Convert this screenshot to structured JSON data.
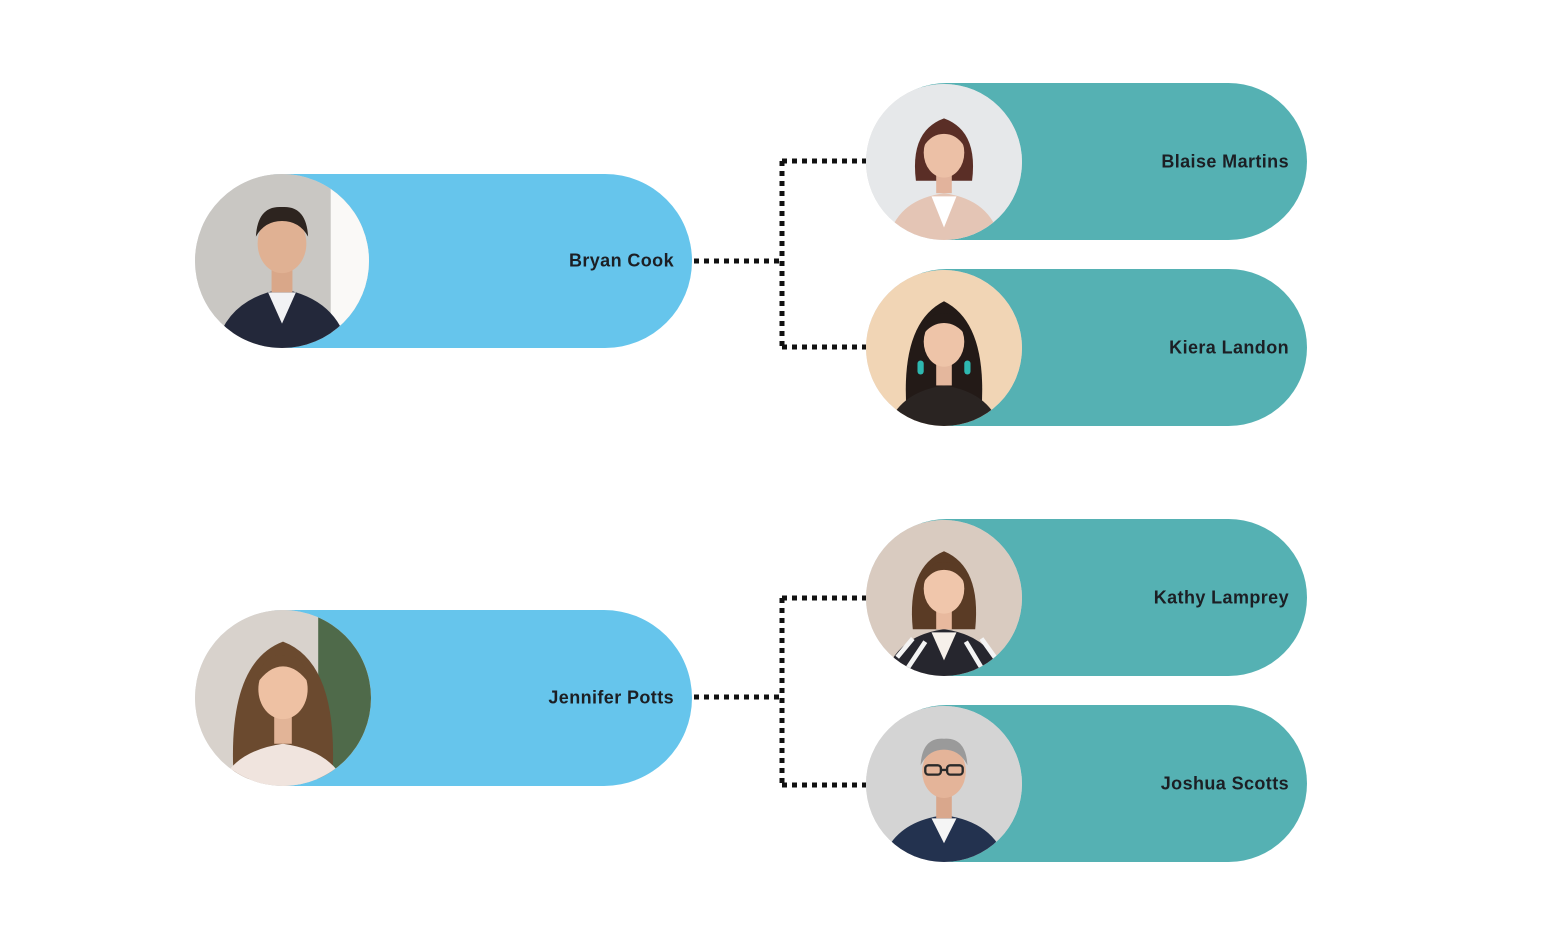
{
  "groups": [
    {
      "manager": {
        "name": "Bryan Cook",
        "color": "#66c5ec"
      },
      "reports": [
        {
          "name": "Blaise Martins",
          "color": "#55b1b3"
        },
        {
          "name": "Kiera Landon",
          "color": "#55b1b3"
        }
      ]
    },
    {
      "manager": {
        "name": "Jennifer Potts",
        "color": "#66c5ec"
      },
      "reports": [
        {
          "name": "Kathy Lamprey",
          "color": "#55b1b3"
        },
        {
          "name": "Joshua Scotts",
          "color": "#55b1b3"
        }
      ]
    }
  ],
  "connector": {
    "style": "dotted",
    "color": "#111111"
  }
}
